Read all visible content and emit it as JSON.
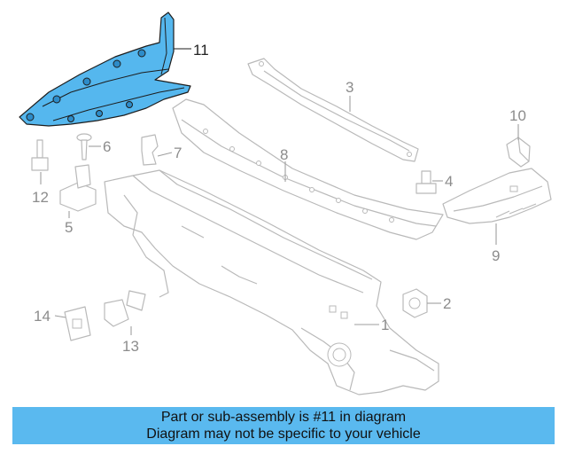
{
  "diagram": {
    "highlight_color": "#55b7ee",
    "callouts": [
      {
        "id": "c1",
        "label": "1",
        "highlighted": false
      },
      {
        "id": "c2",
        "label": "2",
        "highlighted": false
      },
      {
        "id": "c3",
        "label": "3",
        "highlighted": false
      },
      {
        "id": "c4",
        "label": "4",
        "highlighted": false
      },
      {
        "id": "c5",
        "label": "5",
        "highlighted": false
      },
      {
        "id": "c6",
        "label": "6",
        "highlighted": false
      },
      {
        "id": "c7",
        "label": "7",
        "highlighted": false
      },
      {
        "id": "c8",
        "label": "8",
        "highlighted": false
      },
      {
        "id": "c9",
        "label": "9",
        "highlighted": false
      },
      {
        "id": "c10",
        "label": "10",
        "highlighted": false
      },
      {
        "id": "c11",
        "label": "11",
        "highlighted": true
      },
      {
        "id": "c12",
        "label": "12",
        "highlighted": false
      },
      {
        "id": "c13",
        "label": "13",
        "highlighted": false
      },
      {
        "id": "c14",
        "label": "14",
        "highlighted": false
      }
    ]
  },
  "banner": {
    "background": "#5ab9ef",
    "line1": "Part or sub-assembly is #11 in diagram",
    "line2": "Diagram may not be specific to your vehicle"
  }
}
